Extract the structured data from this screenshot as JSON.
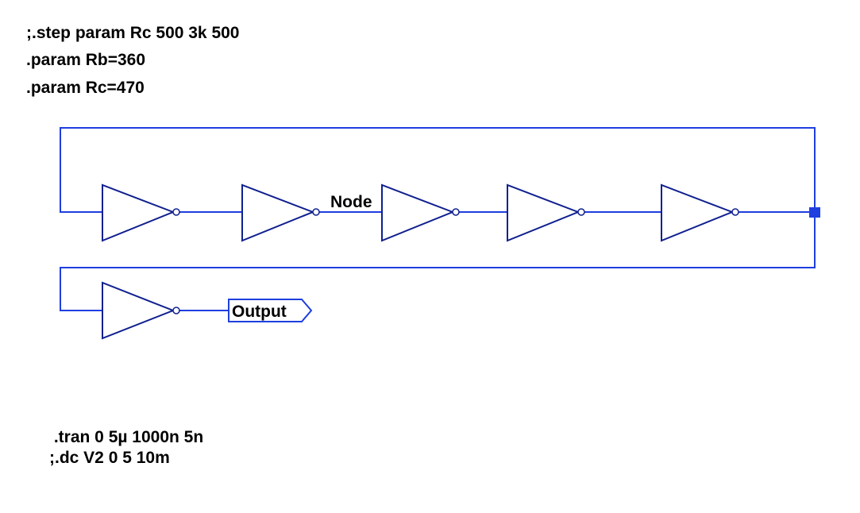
{
  "directives": {
    "top": [
      ";.step param Rc 500 3k 500",
      ".param Rb=360",
      ".param Rc=470"
    ],
    "bottom": [
      " .tran 0 5µ 1000n 5n",
      ";.dc V2 0 5 10m"
    ]
  },
  "schematic": {
    "net_label": "Node",
    "output_flag": "Output",
    "wire_color": "#1f3fdf",
    "component_color": "#10208f",
    "ring_oscillator_inverter_count": 5,
    "output_buffer_inverter_count": 1
  }
}
